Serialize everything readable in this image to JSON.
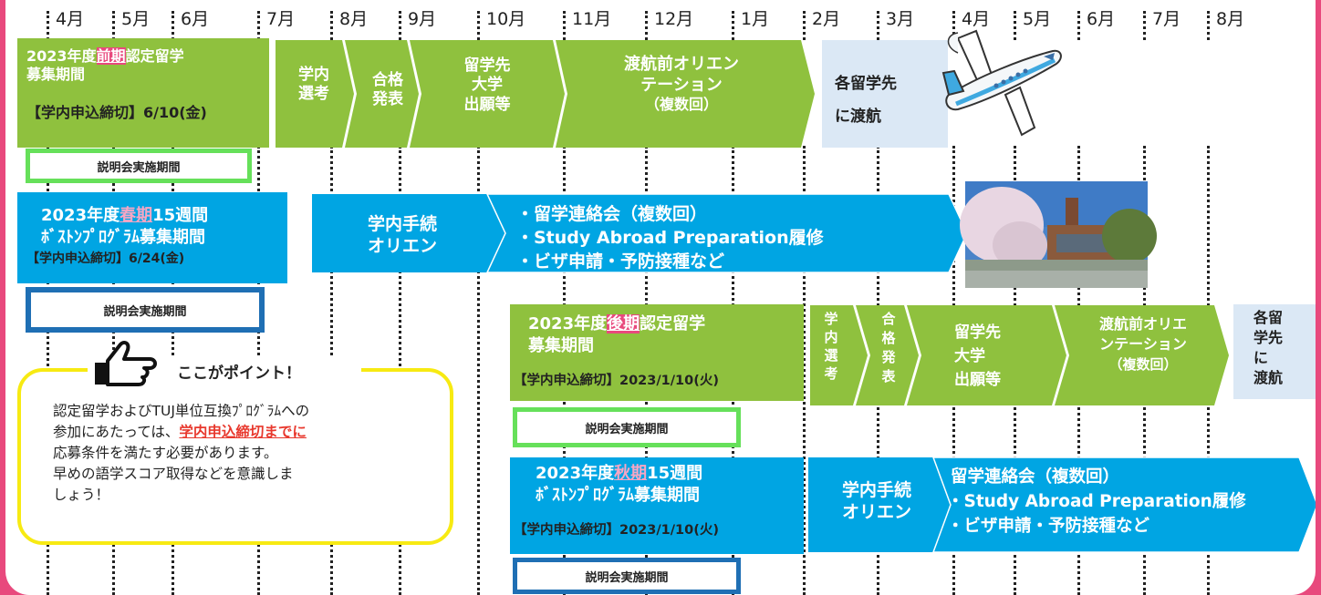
{
  "months": [
    "4月",
    "5月",
    "6月",
    "7月",
    "8月",
    "9月",
    "10月",
    "11月",
    "12月",
    "1月",
    "2月",
    "3月",
    "4月",
    "5月",
    "6月",
    "7月",
    "8月"
  ],
  "colors": {
    "green": "#8fc13e",
    "blue": "#00a5e3",
    "pink": "#e8497d",
    "navy": "#1f6fb4",
    "light_green": "#66e05a",
    "yellow": "#f7ea12",
    "pale_blue": "#dbe8f5"
  },
  "row1": {
    "title_prefix": "2023年度",
    "title_highlight": "前期",
    "title_suffix": "認定留学",
    "title_line2": "募集期間",
    "deadline": "【学内申込締切】6/10(金)",
    "session_button": "説明会実施期間",
    "steps": [
      {
        "lines": [
          "学内",
          "選考"
        ]
      },
      {
        "lines": [
          "合格",
          "発表"
        ]
      },
      {
        "lines": [
          "留学先",
          "大学",
          "出願等"
        ]
      },
      {
        "lines": [
          "渡航前オリエン",
          "テーション",
          "（複数回）"
        ]
      }
    ],
    "depart": [
      "各留学先",
      "に渡航"
    ]
  },
  "row2": {
    "title_prefix": "2023年度",
    "title_highlight": "春期",
    "title_suffix": "15週間",
    "title_line2": "ﾎﾞｽﾄﾝﾌﾟﾛｸﾞﾗﾑ募集期間",
    "deadline": "【学内申込締切】6/24(金)",
    "session_button": "説明会実施期間",
    "step1": [
      "学内手続",
      "オリエン"
    ],
    "step2": [
      "・留学連絡会（複数回）",
      "・Study Abroad Preparation履修",
      "・ビザ申請・予防接種など"
    ]
  },
  "row3": {
    "title_prefix": "2023年度",
    "title_highlight": "後期",
    "title_suffix": "認定留学",
    "title_line2": "募集期間",
    "deadline": "【学内申込締切】2023/1/10(火)",
    "session_button": "説明会実施期間",
    "steps": [
      {
        "lines": [
          "学",
          "内",
          "選",
          "考"
        ]
      },
      {
        "lines": [
          "合",
          "格",
          "発",
          "表"
        ]
      },
      {
        "lines": [
          "留学先",
          "大学",
          "出願等"
        ]
      },
      {
        "lines": [
          "渡航前オリエ",
          "ンテーション",
          "（複数回）"
        ]
      }
    ],
    "depart": [
      "各留",
      "学先",
      "に",
      "渡航"
    ]
  },
  "row4": {
    "title_prefix": "2023年度",
    "title_highlight": "秋期",
    "title_suffix": "15週間",
    "title_line2": "ﾎﾞｽﾄﾝﾌﾟﾛｸﾞﾗﾑ募集期間",
    "deadline": "【学内申込締切】2023/1/10(火)",
    "session_button": "説明会実施期間",
    "step1": [
      "学内手続",
      "オリエン"
    ],
    "step2": [
      "留学連絡会（複数回）",
      "・Study Abroad Preparation履修",
      "・ビザ申請・予防接種など"
    ]
  },
  "point": {
    "heading": "ここがポイント！",
    "line1": "認定留学およびTUJ単位互換ﾌﾟﾛｸﾞﾗﾑへの",
    "line2_prefix": "参加にあたっては、",
    "line2_emphasis": "学内申込締切までに",
    "line3": "応募条件を満たす必要があります。",
    "line4": "早めの語学スコア取得などを意識しま",
    "line5": "しょう！"
  }
}
